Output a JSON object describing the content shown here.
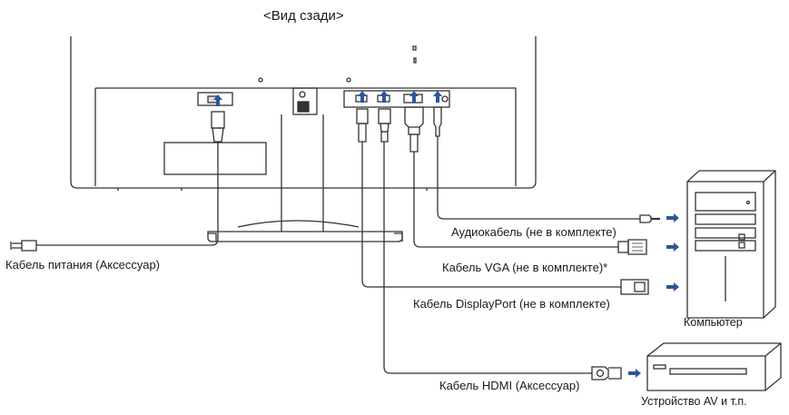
{
  "title": "<Вид сзади>",
  "cables": {
    "power": "Кабель питания (Аксессуар)",
    "audio": "Аудиокабель (не в комплекте)",
    "vga": "Кабель VGA (не в комплекте)*",
    "displayport": "Кабель DisplayPort (не в комплекте)",
    "hdmi": "Кабель HDMI (Аксессуар)"
  },
  "devices": {
    "computer": "Компьютер",
    "av": "Устройство AV и т.п."
  },
  "colors": {
    "arrow": "#2f5597",
    "line": "#333333"
  },
  "icons": [
    "power-plug-icon",
    "arrow-right-icon",
    "arrow-up-icon",
    "headphone-icon",
    "computer-tower-icon",
    "av-device-icon"
  ]
}
